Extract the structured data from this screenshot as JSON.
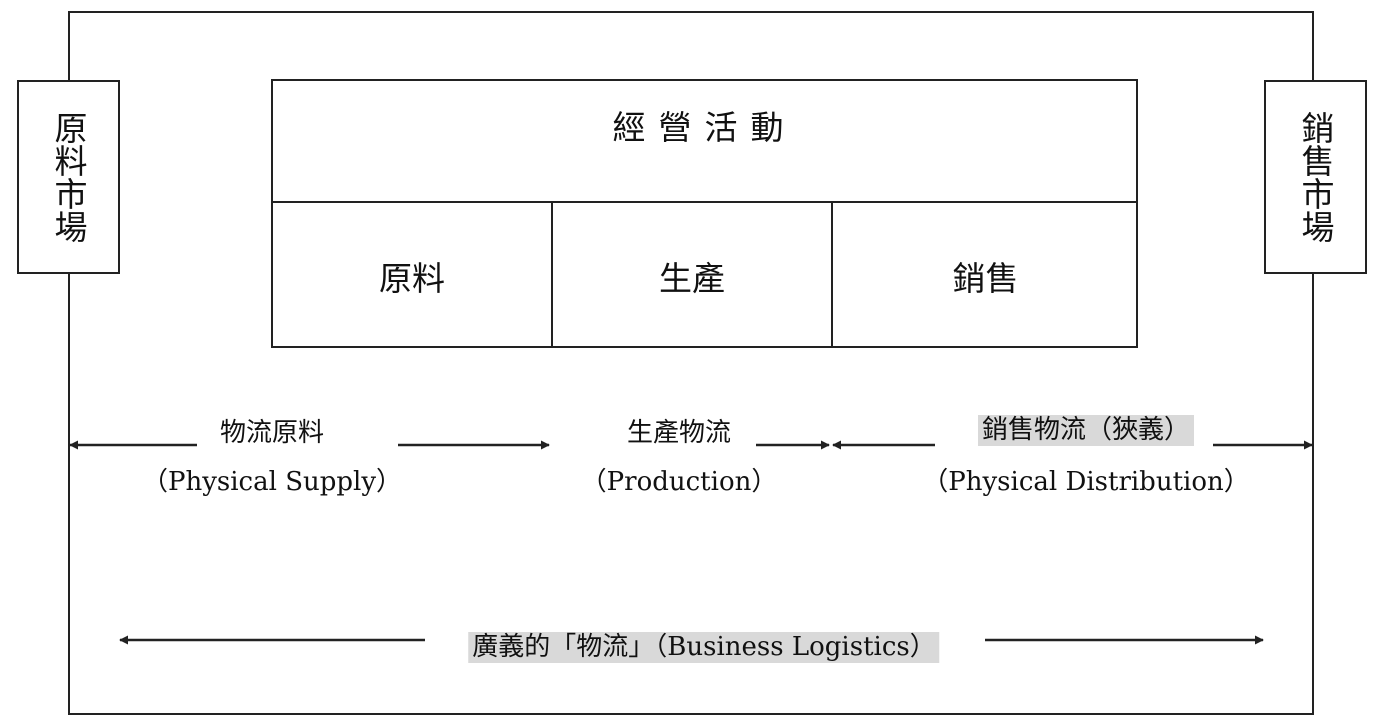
{
  "markets": {
    "raw_material_market": "原料市場",
    "sales_market": "銷售市場"
  },
  "operations": {
    "title": "經營活動",
    "cells": [
      "原料",
      "生產",
      "銷售"
    ]
  },
  "flows": {
    "supply": {
      "name": "物流原料",
      "english": "（Physical Supply）"
    },
    "production": {
      "name": "生產物流",
      "english": "（Production）"
    },
    "distribution": {
      "name": "銷售物流（狹義）",
      "english": "（Physical Distribution）"
    },
    "business_logistics": {
      "label": "廣義的「物流」（Business Logistics）"
    }
  },
  "colors": {
    "line": "#222222",
    "highlight": "#d9d9d9"
  }
}
